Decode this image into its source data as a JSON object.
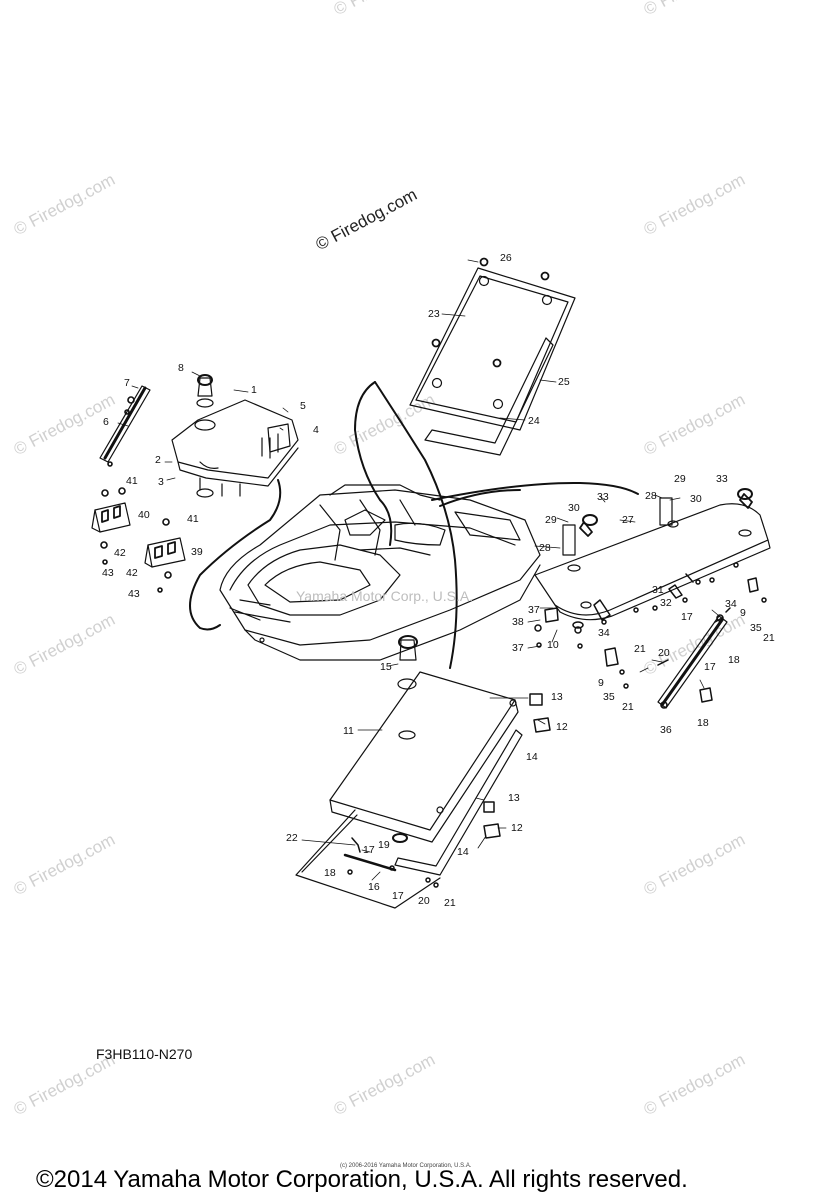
{
  "watermark_text": "© Firedog.com",
  "faint_watermark": "Yamaha Motor Corp., U.S.A.",
  "diagram_code": "F3HB110-N270",
  "small_copyright": "(c) 2006-2016 Yamaha Motor Corporation, U.S.A.",
  "copyright": "©2014 Yamaha Motor Corporation, U.S.A. All rights reserved.",
  "callouts": {
    "c1": "1",
    "c2": "2",
    "c3": "3",
    "c4": "4",
    "c5": "5",
    "c6": "6",
    "c7": "7",
    "c8": "8",
    "c9a": "9",
    "c9b": "9",
    "c10": "10",
    "c11": "11",
    "c12a": "12",
    "c12b": "12",
    "c13a": "13",
    "c13b": "13",
    "c14a": "14",
    "c14b": "14",
    "c15": "15",
    "c16": "16",
    "c17a": "17",
    "c17b": "17",
    "c17c": "17",
    "c17d": "17",
    "c18a": "18",
    "c18b": "18",
    "c18c": "18",
    "c19": "19",
    "c20a": "20",
    "c20b": "20",
    "c21a": "21",
    "c21b": "21",
    "c21c": "21",
    "c21d": "21",
    "c22": "22",
    "c23": "23",
    "c24": "24",
    "c25": "25",
    "c26": "26",
    "c27": "27",
    "c28a": "28",
    "c28b": "28",
    "c29a": "29",
    "c29b": "29",
    "c30a": "30",
    "c30b": "30",
    "c31": "31",
    "c32": "32",
    "c33a": "33",
    "c33b": "33",
    "c34a": "34",
    "c34b": "34",
    "c35a": "35",
    "c35b": "35",
    "c36": "36",
    "c37a": "37",
    "c37b": "37",
    "c38": "38",
    "c39": "39",
    "c40": "40",
    "c41a": "41",
    "c41b": "41",
    "c42a": "42",
    "c42b": "42",
    "c43a": "43",
    "c43b": "43"
  }
}
